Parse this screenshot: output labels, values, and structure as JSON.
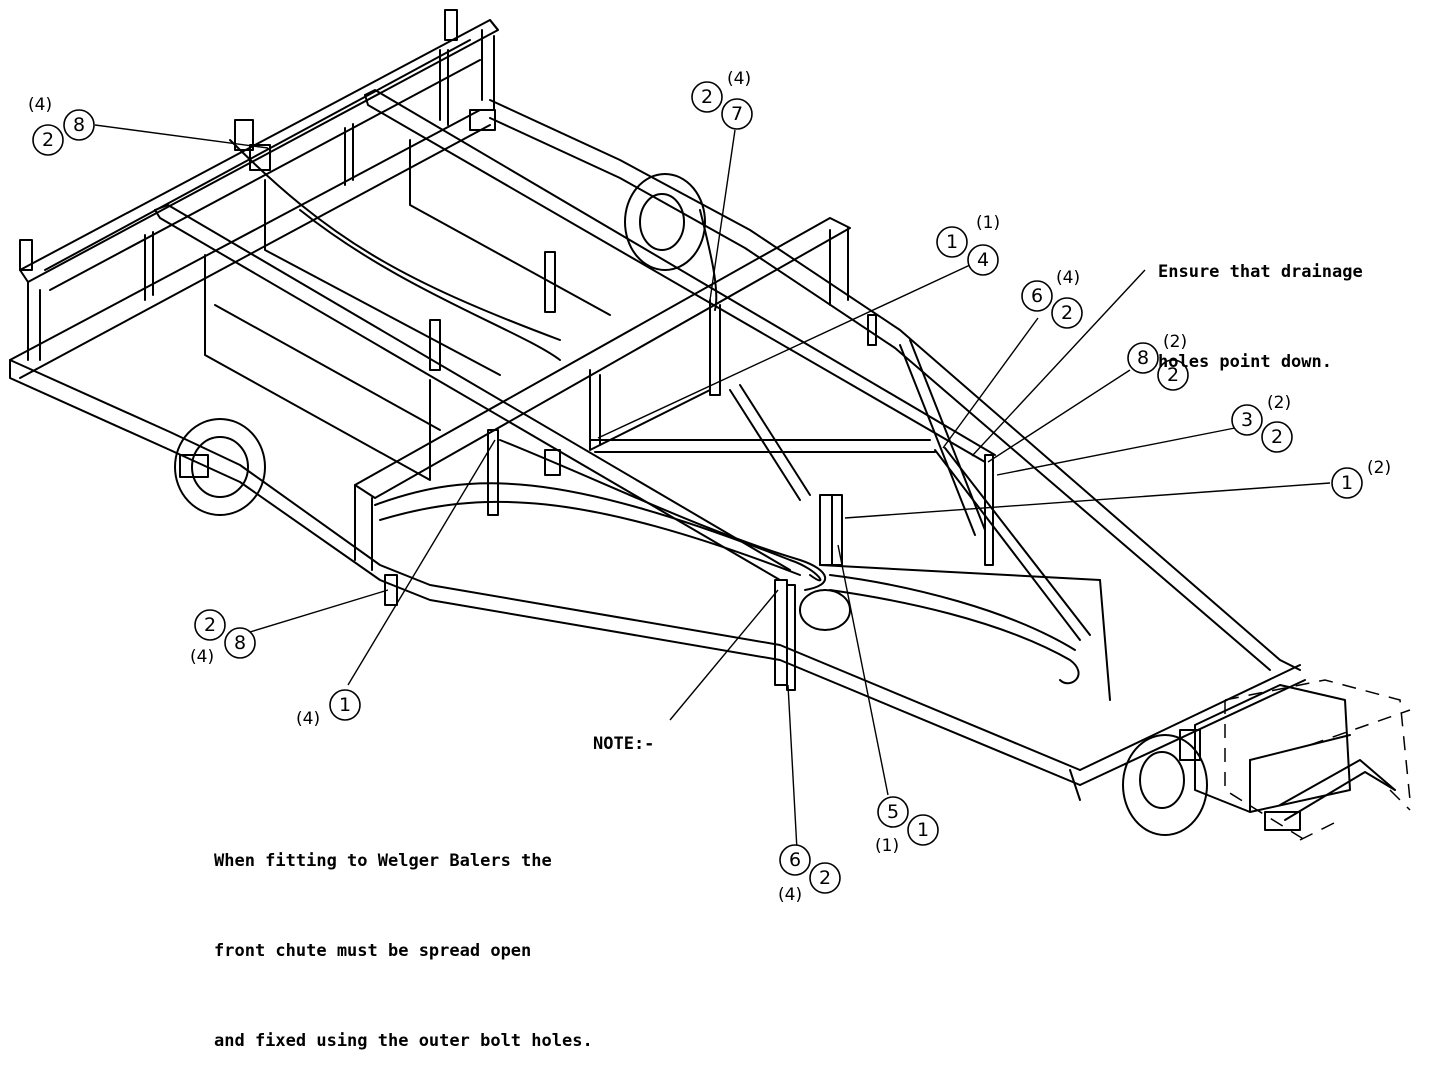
{
  "notes": {
    "drainage_line1": "Ensure that drainage",
    "drainage_line2": "holes point down.",
    "note_heading": "NOTE:-",
    "welger_line1": "When fitting to Welger Balers the",
    "welger_line2": "front chute must be spread open",
    "welger_line3": "and fixed using the outer bolt holes."
  },
  "callouts": [
    {
      "id": "c1",
      "balloons": [
        "2",
        "8"
      ],
      "qty": "(4)"
    },
    {
      "id": "c2",
      "balloons": [
        "2",
        "7"
      ],
      "qty": "(4)"
    },
    {
      "id": "c3",
      "balloons": [
        "1",
        "4"
      ],
      "qty": "(1)"
    },
    {
      "id": "c4",
      "balloons": [
        "6",
        "2"
      ],
      "qty": "(4)"
    },
    {
      "id": "c5",
      "balloons": [
        "8",
        "2"
      ],
      "qty": "(2)"
    },
    {
      "id": "c6",
      "balloons": [
        "3",
        "2"
      ],
      "qty": "(2)"
    },
    {
      "id": "c7",
      "balloons": [
        "1"
      ],
      "qty": "(2)"
    },
    {
      "id": "c8",
      "balloons": [
        "2",
        "8"
      ],
      "qty": "(4)"
    },
    {
      "id": "c9",
      "balloons": [
        "1"
      ],
      "qty": "(4)"
    },
    {
      "id": "c10",
      "balloons": [
        "5",
        "1"
      ],
      "qty": "(1)"
    },
    {
      "id": "c11",
      "balloons": [
        "6",
        "2"
      ],
      "qty": "(4)"
    }
  ]
}
